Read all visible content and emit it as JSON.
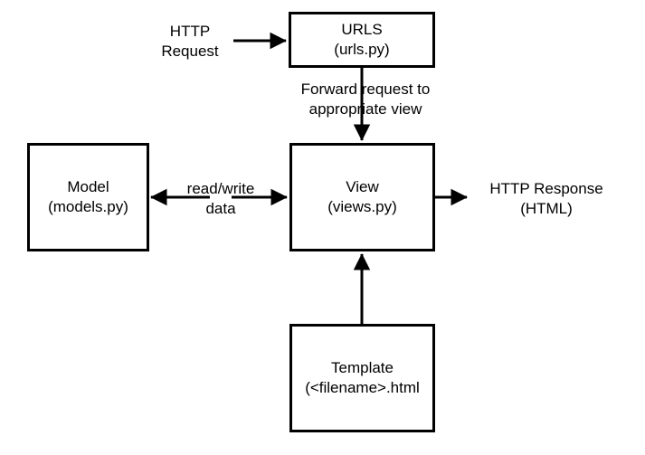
{
  "diagram": {
    "title": "Django request/response flow",
    "type": "flowchart",
    "background_color": "#ffffff",
    "stroke_color": "#000000",
    "text_color": "#000000",
    "nodes": [
      {
        "id": "urls",
        "name": "urls-node",
        "line1": "URLS",
        "line2": "(urls.py)"
      },
      {
        "id": "model",
        "name": "model-node",
        "line1": "Model",
        "line2": "(models.py)"
      },
      {
        "id": "view",
        "name": "view-node",
        "line1": "View",
        "line2": "(views.py)"
      },
      {
        "id": "template",
        "name": "template-node",
        "line1": "Template",
        "line2": "(<filename>.html"
      }
    ],
    "labels": {
      "http_request": {
        "line1": "HTTP",
        "line2": "Request"
      },
      "forward_request": {
        "line1": "Forward request to",
        "line2": "appropriate view"
      },
      "read_write": {
        "line1": "read/write",
        "line2": "data"
      },
      "http_response": {
        "line1": "HTTP Response",
        "line2": "(HTML)"
      }
    },
    "edges": [
      {
        "id": "http-request-to-urls",
        "from": "HTTP Request",
        "to": "URLS",
        "direction": "right"
      },
      {
        "id": "urls-to-view",
        "from": "URLS",
        "to": "View",
        "direction": "down"
      },
      {
        "id": "view-to-model",
        "from": "View",
        "to": "Model",
        "direction": "left"
      },
      {
        "id": "model-to-view",
        "from": "Model",
        "to": "View",
        "direction": "right"
      },
      {
        "id": "view-to-http-response",
        "from": "View",
        "to": "HTTP Response",
        "direction": "right"
      },
      {
        "id": "template-to-view",
        "from": "Template",
        "to": "View",
        "direction": "up"
      }
    ]
  }
}
